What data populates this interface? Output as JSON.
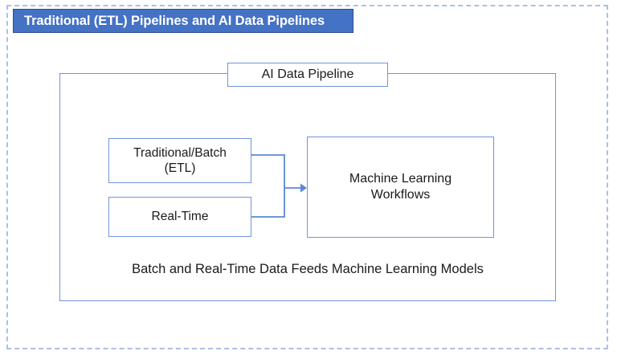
{
  "slide": {
    "title": "Traditional (ETL) Pipelines and AI Data Pipelines",
    "container_label": "AI Data Pipeline",
    "caption": "Batch and Real-Time Data Feeds Machine Learning Models"
  },
  "nodes": {
    "etl": {
      "line1": "Traditional/Batch",
      "line2": "(ETL)"
    },
    "realtime": {
      "line1": "Real-Time"
    },
    "ml": {
      "line1": "Machine Learning",
      "line2": "Workflows"
    }
  },
  "colors": {
    "title_bar_fill": "#4472C4",
    "title_bar_border": "#2F4F86",
    "title_text": "#FFFFFF",
    "box_border": "#6F95D8",
    "connector": "#5B87D6",
    "slide_frame": "#AAC0E8",
    "body_text": "#1A1A1A",
    "background": "#FFFFFF"
  }
}
